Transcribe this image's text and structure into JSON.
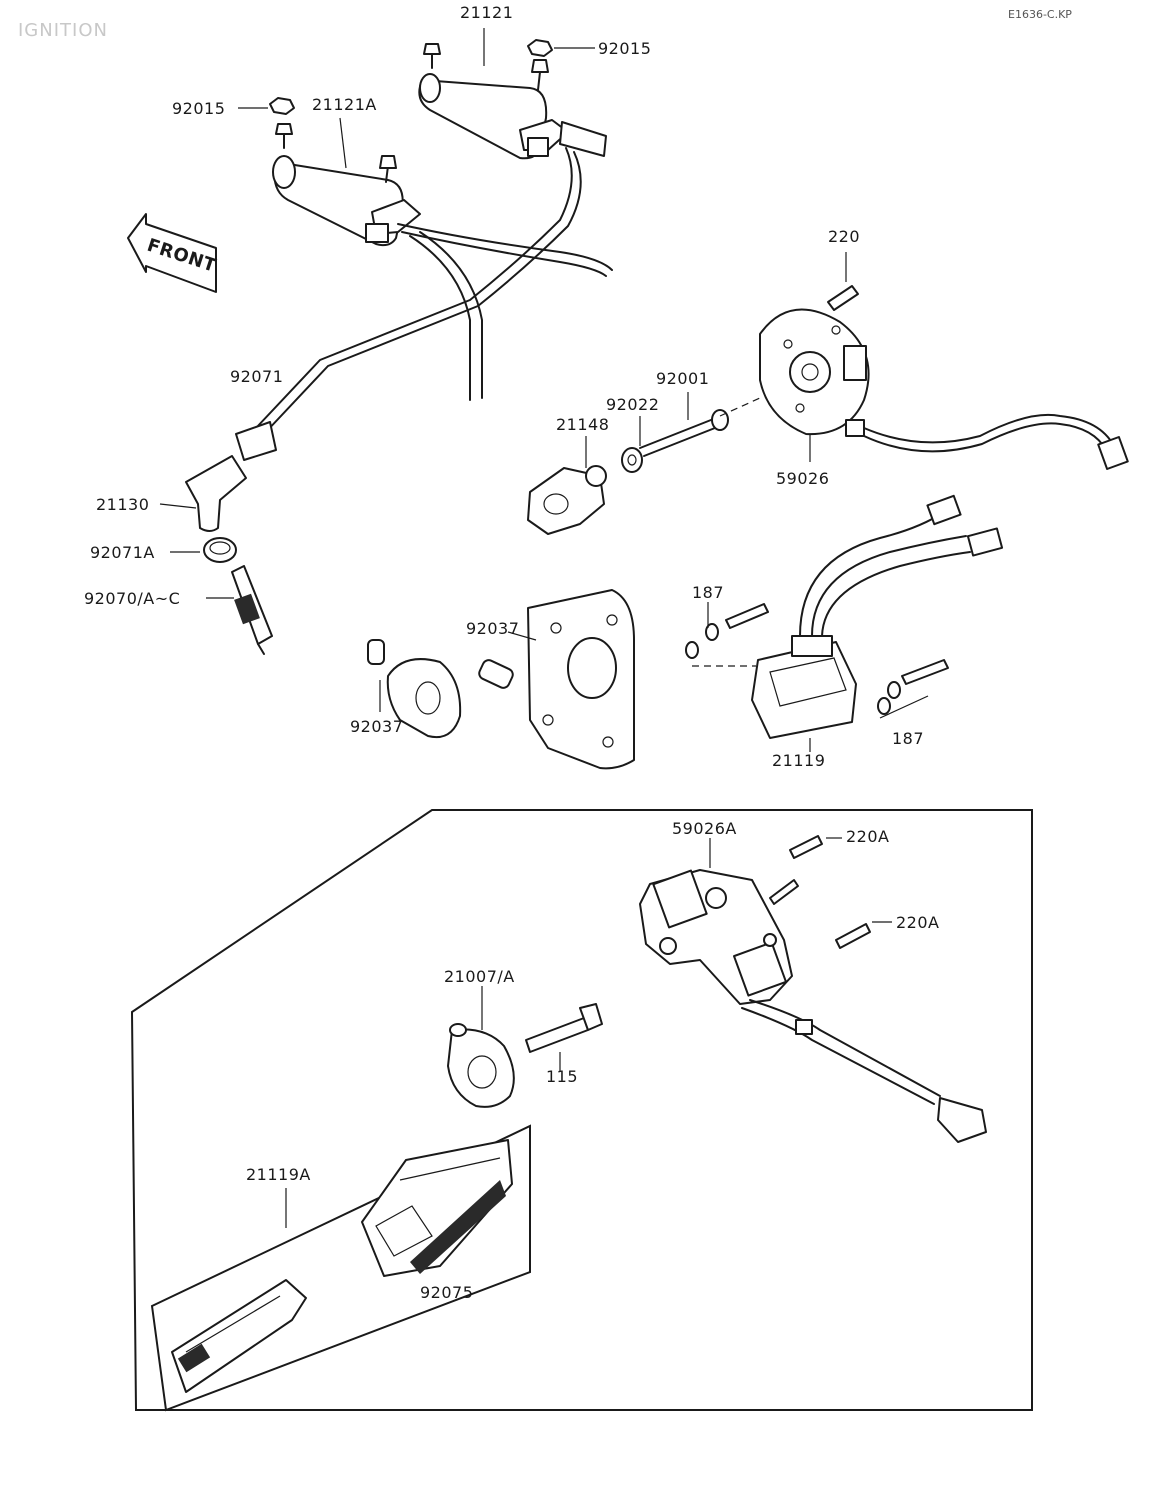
{
  "header": {
    "title": "IGNITION",
    "code": "E1636-C.KP"
  },
  "front_sign": "FRONT",
  "labels": {
    "l21121": "21121",
    "l92015_top": "92015",
    "l92015_left": "92015",
    "l21121a": "21121A",
    "l92071": "92071",
    "l21130": "21130",
    "l92071a": "92071A",
    "l92070": "92070/A~C",
    "l220": "220",
    "l92001": "92001",
    "l92022": "92022",
    "l21148": "21148",
    "l59026": "59026",
    "l187_top": "187",
    "l92037_mid": "92037",
    "l92037_left": "92037",
    "l187_right": "187",
    "l21119": "21119",
    "l59026a": "59026A",
    "l220a_top": "220A",
    "l220a_right": "220A",
    "l21007": "21007/A",
    "l115": "115",
    "l21119a": "21119A",
    "l92075": "92075"
  }
}
